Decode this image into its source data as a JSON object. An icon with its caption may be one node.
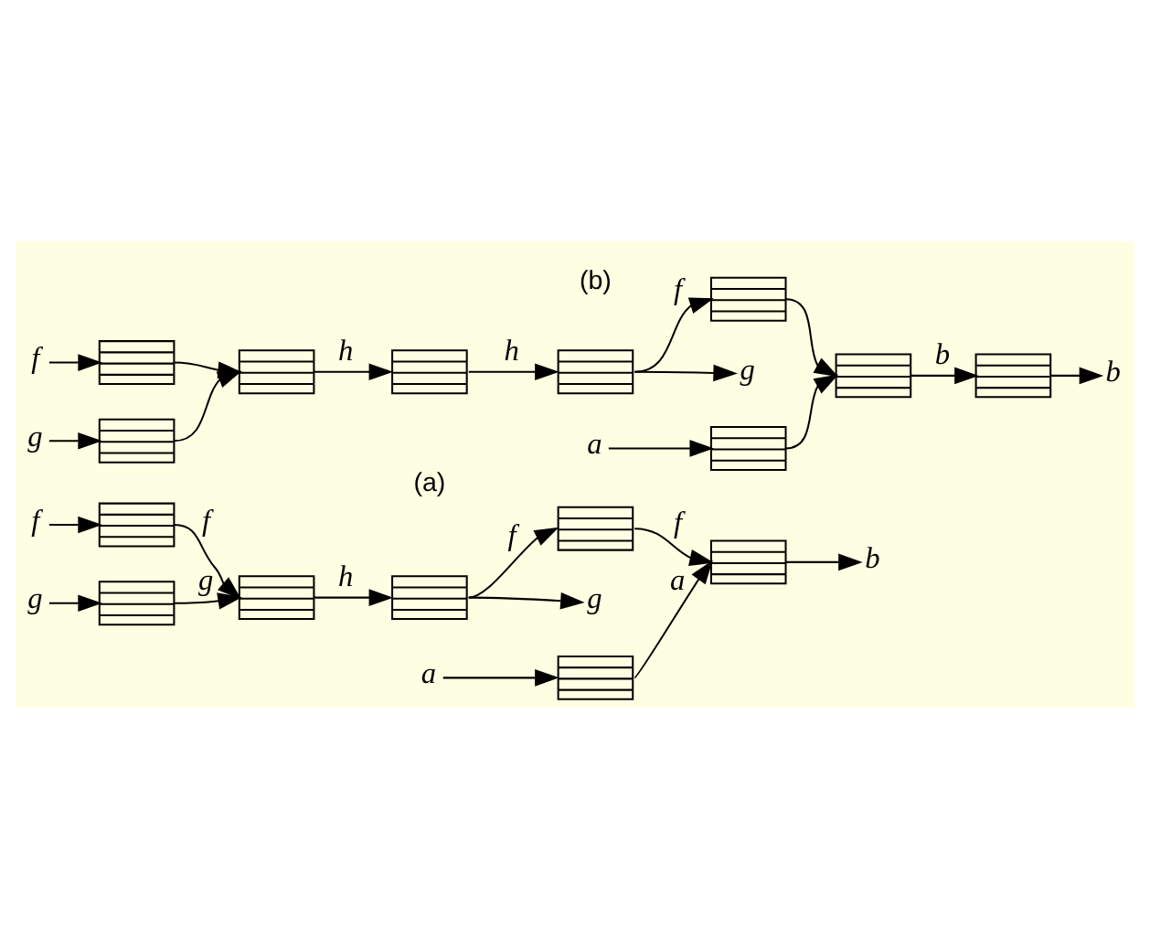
{
  "diagram": {
    "nodes": [
      {
        "text": [
          "f"
        ]
      },
      {
        "text": [],
        "shape": "queue"
      },
      {
        "text": [
          "g"
        ]
      },
      {
        "text": [],
        "shape": "queue"
      },
      {
        "text": [],
        "shape": "queue"
      },
      {
        "text": [],
        "shape": "queue"
      },
      {
        "text": [
          "a"
        ]
      },
      {
        "text": [],
        "shape": "queue"
      },
      {
        "text": [],
        "shape": "queue"
      },
      {
        "text": [],
        "shape": "queue"
      },
      {
        "text": [
          "b"
        ]
      },
      {
        "text": [
          "g"
        ]
      },
      {
        "text": [
          "f"
        ]
      },
      {
        "text": [],
        "shape": "queue"
      },
      {
        "text": [
          "g"
        ]
      },
      {
        "text": [],
        "shape": "queue"
      },
      {
        "text": [],
        "shape": "queue"
      },
      {
        "text": [],
        "shape": "queue"
      },
      {
        "text": [],
        "shape": "queue"
      },
      {
        "text": [
          "a"
        ]
      },
      {
        "text": [],
        "shape": "queue"
      },
      {
        "text": [],
        "shape": "queue"
      },
      {
        "text": [],
        "shape": "queue"
      },
      {
        "text": [],
        "shape": "queue"
      },
      {
        "text": [
          "b"
        ]
      },
      {
        "text": [
          "g"
        ]
      }
    ],
    "edges": [
      {
        "from": 0,
        "to": 1,
        "arrow": "to"
      },
      {
        "from": 2,
        "to": 3,
        "arrow": "to"
      },
      {
        "from": 1,
        "to": 4,
        "arrow": "to",
        "label": "f"
      },
      {
        "from": 3,
        "to": 4,
        "arrow": "to",
        "label": "g"
      },
      {
        "from": 4,
        "to": 5,
        "arrow": "to",
        "label": "h"
      },
      {
        "from": 6,
        "to": 7,
        "arrow": "to"
      },
      {
        "from": 5,
        "to": 8,
        "arrow": "to",
        "label": "f"
      },
      {
        "from": 5,
        "to": 11,
        "arrow": "to"
      },
      {
        "from": 7,
        "to": 9,
        "arrow": "to",
        "label": "a"
      },
      {
        "from": 8,
        "to": 9,
        "arrow": "to",
        "label": "f"
      },
      {
        "from": 9,
        "to": 10,
        "arrow": "to"
      },
      {
        "from": 12,
        "to": 13,
        "arrow": "to"
      },
      {
        "from": 14,
        "to": 15,
        "arrow": "to"
      },
      {
        "from": 13,
        "to": 16,
        "arrow": "to"
      },
      {
        "from": 15,
        "to": 16,
        "arrow": "to"
      },
      {
        "from": 16,
        "to": 17,
        "arrow": "to",
        "label": "h"
      },
      {
        "from": 17,
        "to": 18,
        "arrow": "to",
        "label": "h"
      },
      {
        "from": 19,
        "to": 20,
        "arrow": "to"
      },
      {
        "from": 18,
        "to": 21,
        "arrow": "to",
        "label": "f"
      },
      {
        "from": 18,
        "to": 25,
        "arrow": "to"
      },
      {
        "from": 20,
        "to": 22,
        "arrow": "to"
      },
      {
        "from": 21,
        "to": 22,
        "arrow": "to"
      },
      {
        "from": 22,
        "to": 23,
        "arrow": "to",
        "label": "b"
      },
      {
        "from": 23,
        "to": 24,
        "arrow": "to"
      }
    ],
    "labels": [
      "(a)",
      "(b)"
    ]
  }
}
